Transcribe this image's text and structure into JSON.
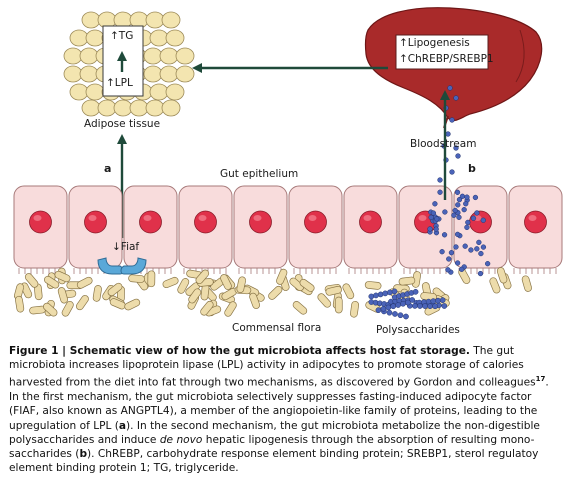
{
  "diagram": {
    "labels": {
      "tg": "↑TG",
      "lpl": "↑LPL",
      "adipose": "Adipose tissue",
      "lipogenesis": "↑Lipogenesis",
      "chrebp": "↑ChREBP/SREBP1",
      "bloodstream": "Bloodstream",
      "mech_a": "a",
      "mech_b": "b",
      "gut_epithelium": "Gut epithelium",
      "fiaf": "↓Fiaf",
      "commensal": "Commensal flora",
      "polysaccharides": "Polysaccharides"
    },
    "colors": {
      "liver": "#a92a2a",
      "adipocyte": "#f3e5b0",
      "epithelial_cell": "#f8dcdc",
      "nucleus": "#e0314a",
      "bacteria": "#eddcab",
      "polysaccharide": "#4a63b8",
      "fiaf": "#5aa8d8",
      "arrow": "#1f4a3a"
    }
  },
  "caption": {
    "prefix": "Figure 1 | ",
    "title": "Schematic view of how the gut microbiota affects host fat storage.",
    "part1": " The gut microbiota increases lipoprotein lipase (LPL) activity in adipocytes to promote storage of calories harvested from the diet into fat through two mechanisms, as discovered by Gordon and colleagues",
    "ref": "17",
    "part2": ". In the first mechanism, the gut microbiota selectively suppresses fasting-induced adipocyte factor (FIAF, also known as ANGPTL4), a member of the angiopoietin-like family of proteins, leading to the upregulation of LPL (",
    "mark_a": "a",
    "part3": "). In the second mechanism, the gut microbiota metabolize the non-digestible polysaccharides and induce ",
    "italic": "de novo",
    "part4": " hepatic lipogenesis through the absorption of resulting mono-saccharides (",
    "mark_b": "b",
    "part5": "). ChREBP, carbohydrate response element binding protein; SREBP1, sterol regulatoy element binding protein 1; TG, triglyceride."
  }
}
